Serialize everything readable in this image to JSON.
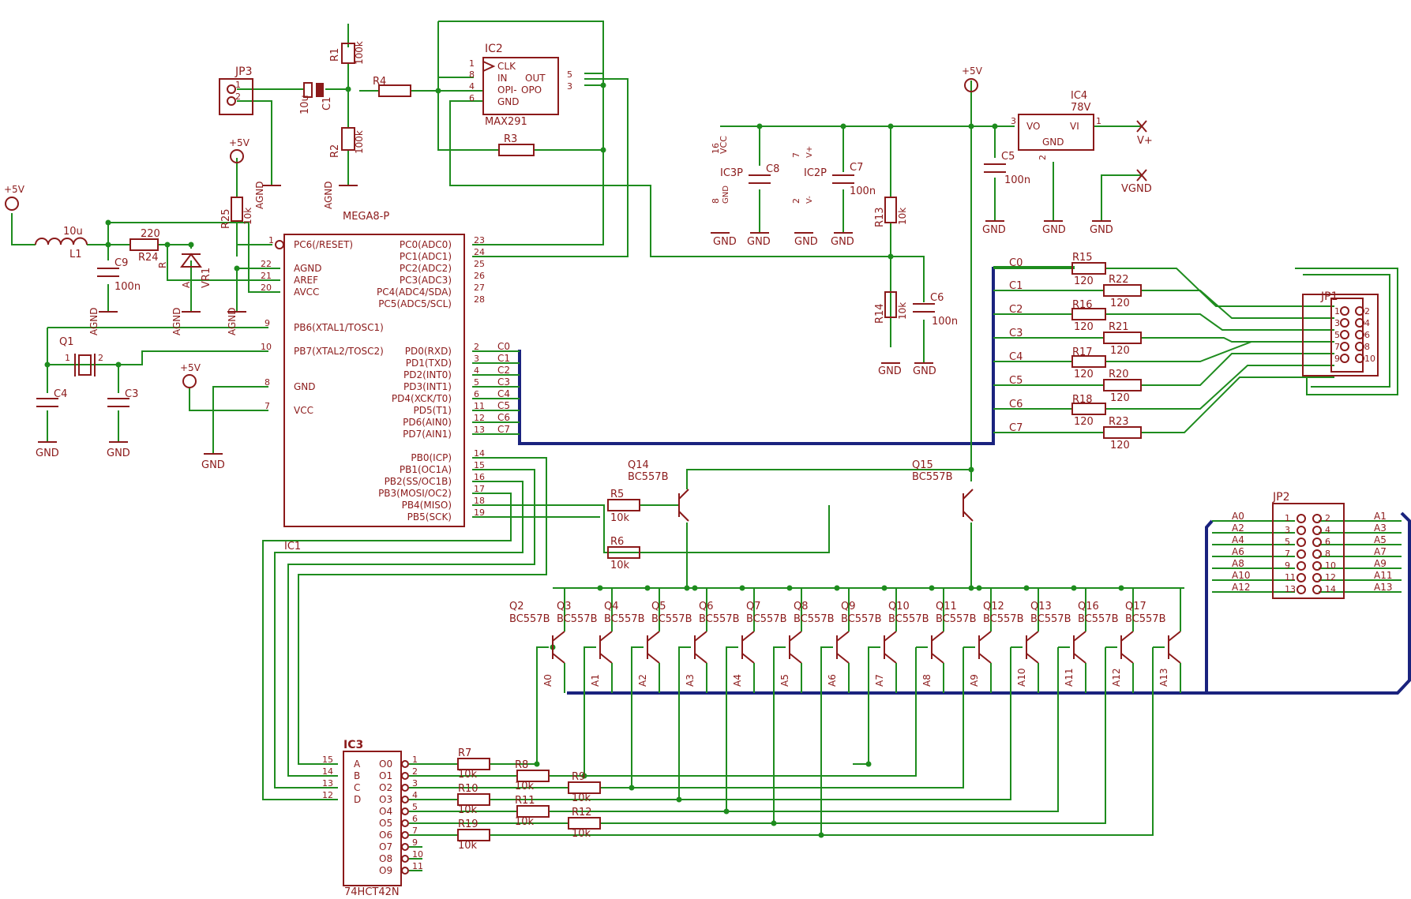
{
  "colors": {
    "component": "#8b1a1a",
    "wire": "#1e8c1e",
    "bus": "#1a237e"
  },
  "labels": {
    "jp3": "JP3",
    "jp3_p1": "1",
    "jp3_p2": "2",
    "c1": "C1",
    "c1_val": "10u",
    "r1": "R1",
    "r1_val": "100k",
    "r2": "R2",
    "r2_val": "100k",
    "agnd_r2": "AGND",
    "r4": "R4",
    "ic2": "IC2",
    "ic2_chip": "MAX291",
    "ic2_clk": "CLK",
    "ic2_in": "IN",
    "ic2_opi": "OPI-",
    "ic2_gnd": "GND",
    "ic2_out": "OUT",
    "ic2_opo": "OPO",
    "ic2_p1": "1",
    "ic2_p8": "8",
    "ic2_p4": "4",
    "ic2_p6": "6",
    "ic2_p5": "5",
    "ic2_p3": "3",
    "r3": "R3",
    "p5v_r25": "+5V",
    "r25": "R25",
    "r25_val": "10k",
    "agnd_r25": "AGND",
    "p5v_left": "+5V",
    "l1": "L1",
    "l1_val": "10u",
    "r24": "R24",
    "r24_val": "220",
    "vr1": "VR1",
    "vr1_r": "R",
    "vr1_a": "A",
    "c9": "C9",
    "c9_val": "100n",
    "agnd1": "AGND",
    "agnd2": "AGND",
    "agnd3": "AGND",
    "q1": "Q1",
    "q1_p1": "1",
    "q1_p2": "2",
    "c4": "C4",
    "c3": "C3",
    "gnd_c4": "GND",
    "gnd_c3": "GND",
    "p5v_vcc": "+5V",
    "gnd_ic1": "GND",
    "ic1_chip": "MEGA8-P",
    "ic1": "IC1",
    "ic1_reset": "PC6(/RESET)",
    "ic1_agnd": "AGND",
    "ic1_aref": "AREF",
    "ic1_avcc": "AVCC",
    "ic1_xtal1": "PB6(XTAL1/TOSC1)",
    "ic1_xtal2": "PB7(XTAL2/TOSC2)",
    "ic1_gnd": "GND",
    "ic1_vcc": "VCC",
    "ic1_pc0": "PC0(ADC0)",
    "ic1_pc1": "PC1(ADC1)",
    "ic1_pc2": "PC2(ADC2)",
    "ic1_pc3": "PC3(ADC3)",
    "ic1_pc4": "PC4(ADC4/SDA)",
    "ic1_pc5": "PC5(ADC5/SCL)",
    "ic1_pd0": "PD0(RXD)",
    "ic1_pd1": "PD1(TXD)",
    "ic1_pd2": "PD2(INT0)",
    "ic1_pd3": "PD3(INT1)",
    "ic1_pd4": "PD4(XCK/T0)",
    "ic1_pd5": "PD5(T1)",
    "ic1_pd6": "PD6(AIN0)",
    "ic1_pd7": "PD7(AIN1)",
    "ic1_pb0": "PB0(ICP)",
    "ic1_pb1": "PB1(OC1A)",
    "ic1_pb2": "PB2(SS/OC1B)",
    "ic1_pb3": "PB3(MOSI/OC2)",
    "ic1_pb4": "PB4(MISO)",
    "ic1_pb5": "PB5(SCK)",
    "ic1_n1": "1",
    "ic1_n22": "22",
    "ic1_n21": "21",
    "ic1_n20": "20",
    "ic1_n9": "9",
    "ic1_n10": "10",
    "ic1_n8": "8",
    "ic1_n7": "7",
    "ic1_n23": "23",
    "ic1_n24": "24",
    "ic1_n25": "25",
    "ic1_n26": "26",
    "ic1_n27": "27",
    "ic1_n28": "28",
    "ic1_n2": "2",
    "ic1_n3": "3",
    "ic1_n4": "4",
    "ic1_n5": "5",
    "ic1_n6": "6",
    "ic1_n11": "11",
    "ic1_n12": "12",
    "ic1_n13": "13",
    "ic1_n14": "14",
    "ic1_n15": "15",
    "ic1_n16": "16",
    "ic1_n17": "17",
    "ic1_n18": "18",
    "ic1_n19": "19",
    "c0": "C0",
    "c1b": "C1",
    "c2": "C2",
    "c3b": "C3",
    "c4b": "C4",
    "c5": "C5",
    "c6": "C6",
    "c7": "C7",
    "ic3p": "IC3P",
    "ic3p_vcc": "VCC",
    "ic3p_gnd": "GND",
    "ic3p_16": "16",
    "ic3p_8": "8",
    "c8": "C8",
    "ic2p": "IC2P",
    "ic2p_7": "7",
    "ic2p_2": "2",
    "ic2p_vp": "V+",
    "ic2p_vm": "V-",
    "c7cap": "C7",
    "c7cap_val": "100n",
    "gnd_a": "GND",
    "gnd_b": "GND",
    "gnd_c": "GND",
    "gnd_d": "GND",
    "r13": "R13",
    "r13_val": "10k",
    "r14": "R14",
    "r14_val": "10k",
    "c6cap": "C6",
    "c6cap_val": "100n",
    "gnd_r14": "GND",
    "gnd_c6": "GND",
    "p5v_top": "+5V",
    "ic4": "IC4",
    "ic4_val": "78V",
    "ic4_vo": "VO",
    "ic4_vi": "VI",
    "ic4_gnd": "GND",
    "ic4_p3": "3",
    "ic4_p1": "1",
    "ic4_p2": "2",
    "c5cap": "C5",
    "c5cap_val": "100n",
    "vplus": "V+",
    "vgnd": "VGND",
    "gnd_c5": "GND",
    "gnd_ic4": "GND",
    "gnd_vgnd": "GND",
    "bus_c0": "C0",
    "bus_c1": "C1",
    "bus_c2": "C2",
    "bus_c3": "C3",
    "bus_c4": "C4",
    "bus_c5": "C5",
    "bus_c6": "C6",
    "bus_c7": "C7",
    "r15": "R15",
    "r16": "R16",
    "r17": "R17",
    "r18": "R18",
    "r20": "R20",
    "r21": "R21",
    "r22": "R22",
    "r23": "R23",
    "r15_val": "120",
    "r16_val": "120",
    "r17_val": "120",
    "r18_val": "120",
    "r20_val": "120",
    "r21_val": "120",
    "r22_val": "120",
    "r23_val": "120",
    "jp1": "JP1",
    "jp1_1": "1",
    "jp1_2": "2",
    "jp1_3": "3",
    "jp1_4": "4",
    "jp1_5": "5",
    "jp1_6": "6",
    "jp1_7": "7",
    "jp1_8": "8",
    "jp1_9": "9",
    "jp1_10": "10",
    "q14": "Q14",
    "q14_val": "BC557B",
    "q15": "Q15",
    "q15_val": "BC557B",
    "r5": "R5",
    "r5_val": "10k",
    "r6": "R6",
    "r6_val": "10k",
    "jp2": "JP2",
    "jp2_a0": "A0",
    "jp2_a1": "A1",
    "jp2_a2": "A2",
    "jp2_a3": "A3",
    "jp2_a4": "A4",
    "jp2_a5": "A5",
    "jp2_a6": "A6",
    "jp2_a7": "A7",
    "jp2_a8": "A8",
    "jp2_a9": "A9",
    "jp2_a10": "A10",
    "jp2_a11": "A11",
    "jp2_a12": "A12",
    "jp2_a13": "A13",
    "jp2_1": "1",
    "jp2_2": "2",
    "jp2_3": "3",
    "jp2_4": "4",
    "jp2_5": "5",
    "jp2_6": "6",
    "jp2_7": "7",
    "jp2_8": "8",
    "jp2_9": "9",
    "jp2_10": "10",
    "jp2_11": "11",
    "jp2_12": "12",
    "jp2_13": "13",
    "jp2_14": "14",
    "q2": "Q2",
    "q3": "Q3",
    "q4": "Q4",
    "q5": "Q5",
    "q6": "Q6",
    "q7": "Q7",
    "q8": "Q8",
    "q9": "Q9",
    "q10": "Q10",
    "q11": "Q11",
    "q12": "Q12",
    "q13": "Q13",
    "q16": "Q16",
    "q17": "Q17",
    "q_val": "BC557B",
    "qa0": "A0",
    "qa1": "A1",
    "qa2": "A2",
    "qa3": "A3",
    "qa4": "A4",
    "qa5": "A5",
    "qa6": "A6",
    "qa7": "A7",
    "qa8": "A8",
    "qa9": "A9",
    "qa10": "A10",
    "qa11": "A11",
    "qa12": "A12",
    "qa13": "A13",
    "ic3": "IC3",
    "ic3_chip": "74HCT42N",
    "ic3_a": "A",
    "ic3_b": "B",
    "ic3_c": "C",
    "ic3_d": "D",
    "ic3_15": "15",
    "ic3_14": "14",
    "ic3_13": "13",
    "ic3_12": "12",
    "ic3_o0": "O0",
    "ic3_o1": "O1",
    "ic3_o2": "O2",
    "ic3_o3": "O3",
    "ic3_o4": "O4",
    "ic3_o5": "O5",
    "ic3_o6": "O6",
    "ic3_o7": "O7",
    "ic3_o8": "O8",
    "ic3_o9": "O9",
    "ic3_p1": "1",
    "ic3_p2": "2",
    "ic3_p3": "3",
    "ic3_p4": "4",
    "ic3_p5": "5",
    "ic3_p6": "6",
    "ic3_p7": "7",
    "ic3_p9": "9",
    "ic3_p10": "10",
    "ic3_p11": "11",
    "r7": "R7",
    "r8": "R8",
    "r9": "R9",
    "r10": "R10",
    "r11": "R11",
    "r12": "R12",
    "r19": "R19",
    "r_10k": "10k"
  }
}
